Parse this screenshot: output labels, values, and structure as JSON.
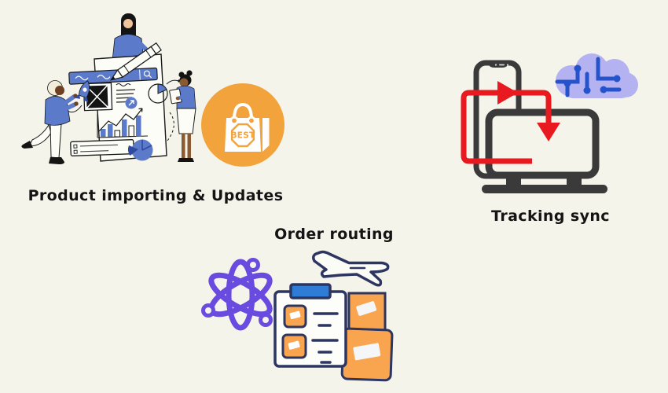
{
  "background_color": "#f5f4ea",
  "sections": {
    "product_importing": {
      "label": "Product importing & Updates",
      "badge_text": "BEST",
      "badge_color": "#f2a33c",
      "illustration_blue": "#5b7ac9"
    },
    "tracking_sync": {
      "label": "Tracking sync",
      "arrow_color": "#e8191f",
      "device_color": "#3a3a3a",
      "cloud_color": "#b4b2f1",
      "circuit_color": "#2553cb"
    },
    "order_routing": {
      "label": "Order routing",
      "atom_color": "#6a4be0",
      "box_color": "#f9a54f",
      "outline_color": "#2d3561",
      "clip_color": "#2e7cd6"
    }
  }
}
